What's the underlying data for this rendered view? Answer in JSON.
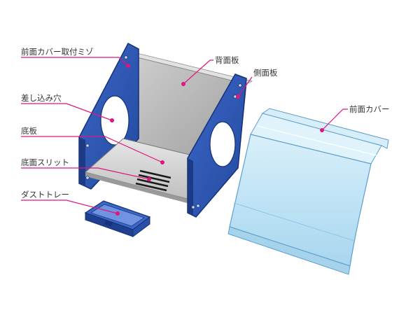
{
  "labels": {
    "front_cover_mount": "前面カバー取付ミゾ",
    "back_panel": "背面板",
    "side_panel": "側面板",
    "insertion_hole": "差し込み穴",
    "front_cover": "前面カバー",
    "bottom_panel": "底板",
    "bottom_slit": "底面スリット",
    "dust_tray": "ダストトレー"
  },
  "colors": {
    "accent": "#e0157f",
    "side_panel": "#2f58b8",
    "side_edge": "#16307a",
    "back_panel": "#bdbdbd",
    "bottom_panel": "#d6d6d6",
    "cover": "#bfe3f5",
    "cover_edge": "#6fb2d9"
  }
}
